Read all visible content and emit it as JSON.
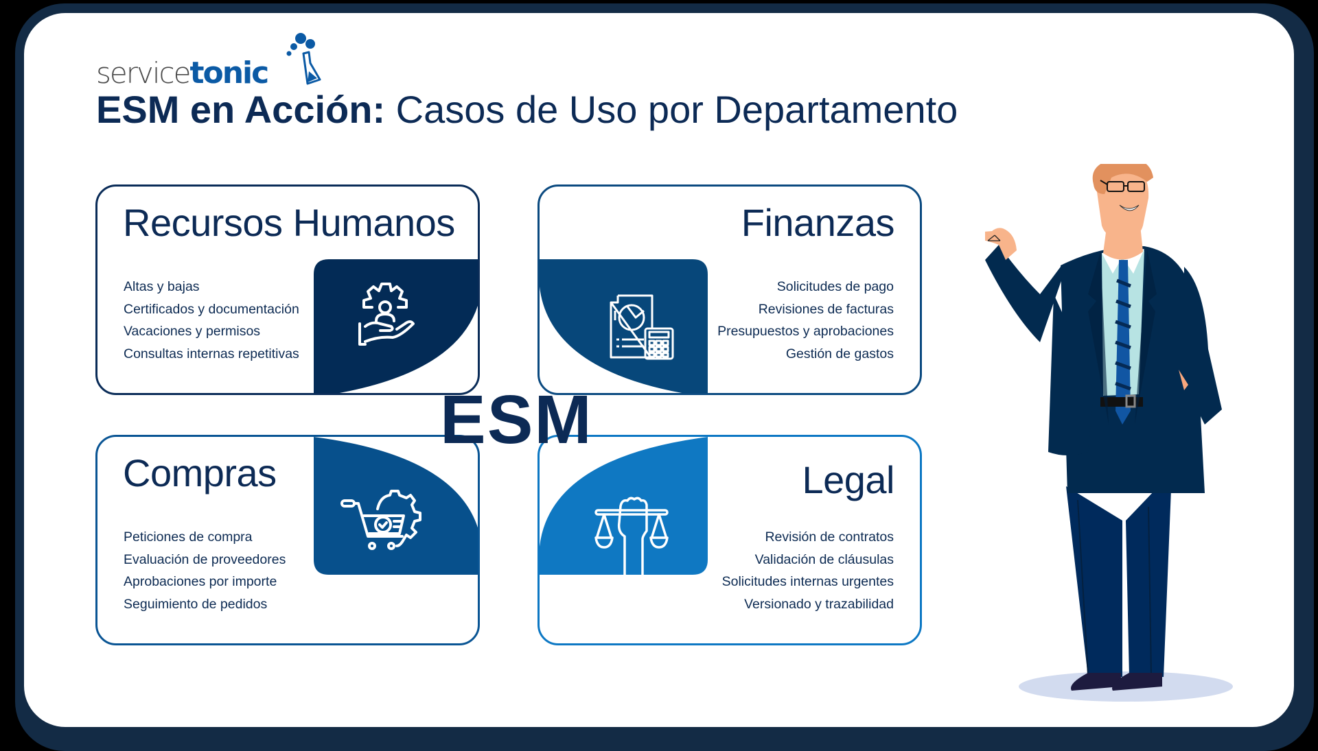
{
  "brand": {
    "logo_part1": "service",
    "logo_part2": "tonic",
    "colors": {
      "frame": "#132b45",
      "navy": "#0c2a55",
      "hr_accent": "#032b56",
      "finance_accent": "#07477a",
      "purchasing_accent": "#07508c",
      "legal_accent": "#0f78c2",
      "logo_blue": "#0b5aa5"
    }
  },
  "header": {
    "title_bold": "ESM en Acción:",
    "title_regular": " Casos de Uso por Departamento"
  },
  "center_label": "ESM",
  "departments": [
    {
      "id": "hr",
      "title": "Recursos Humanos",
      "icon": "gear-person-hand-icon",
      "items": [
        "Altas y bajas",
        "Certificados y documentación",
        "Vacaciones y permisos",
        "Consultas internas repetitivas"
      ]
    },
    {
      "id": "finance",
      "title": "Finanzas",
      "icon": "report-calculator-icon",
      "items": [
        "Solicitudes de pago",
        "Revisiones de facturas",
        "Presupuestos y aprobaciones",
        "Gestión de gastos"
      ]
    },
    {
      "id": "purchasing",
      "title": "Compras",
      "icon": "cart-gear-icon",
      "items": [
        "Peticiones de compra",
        "Evaluación de proveedores",
        "Aprobaciones por importe",
        "Seguimiento de pedidos"
      ]
    },
    {
      "id": "legal",
      "title": "Legal",
      "icon": "scales-fist-icon",
      "items": [
        "Revisión de contratos",
        "Validación de cláusulas",
        "Solicitudes internas urgentes",
        "Versionado y trazabilidad"
      ]
    }
  ],
  "illustration": {
    "subject": "presenter-businessman-illustration"
  }
}
